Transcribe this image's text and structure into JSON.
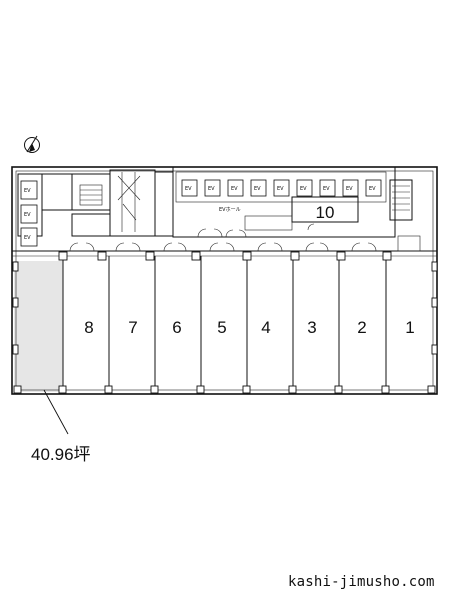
{
  "floor_plan": {
    "units": [
      {
        "label": "8"
      },
      {
        "label": "7"
      },
      {
        "label": "6"
      },
      {
        "label": "5"
      },
      {
        "label": "4"
      },
      {
        "label": "3"
      },
      {
        "label": "2"
      },
      {
        "label": "1"
      }
    ],
    "core_unit_label": "10",
    "elevator_label": "EV",
    "hall_label": "EVホール",
    "highlighted_area": "40.96坪",
    "highlight_color": "#e6e6e6"
  },
  "footer": {
    "site": "kashi-jimusho.com"
  }
}
